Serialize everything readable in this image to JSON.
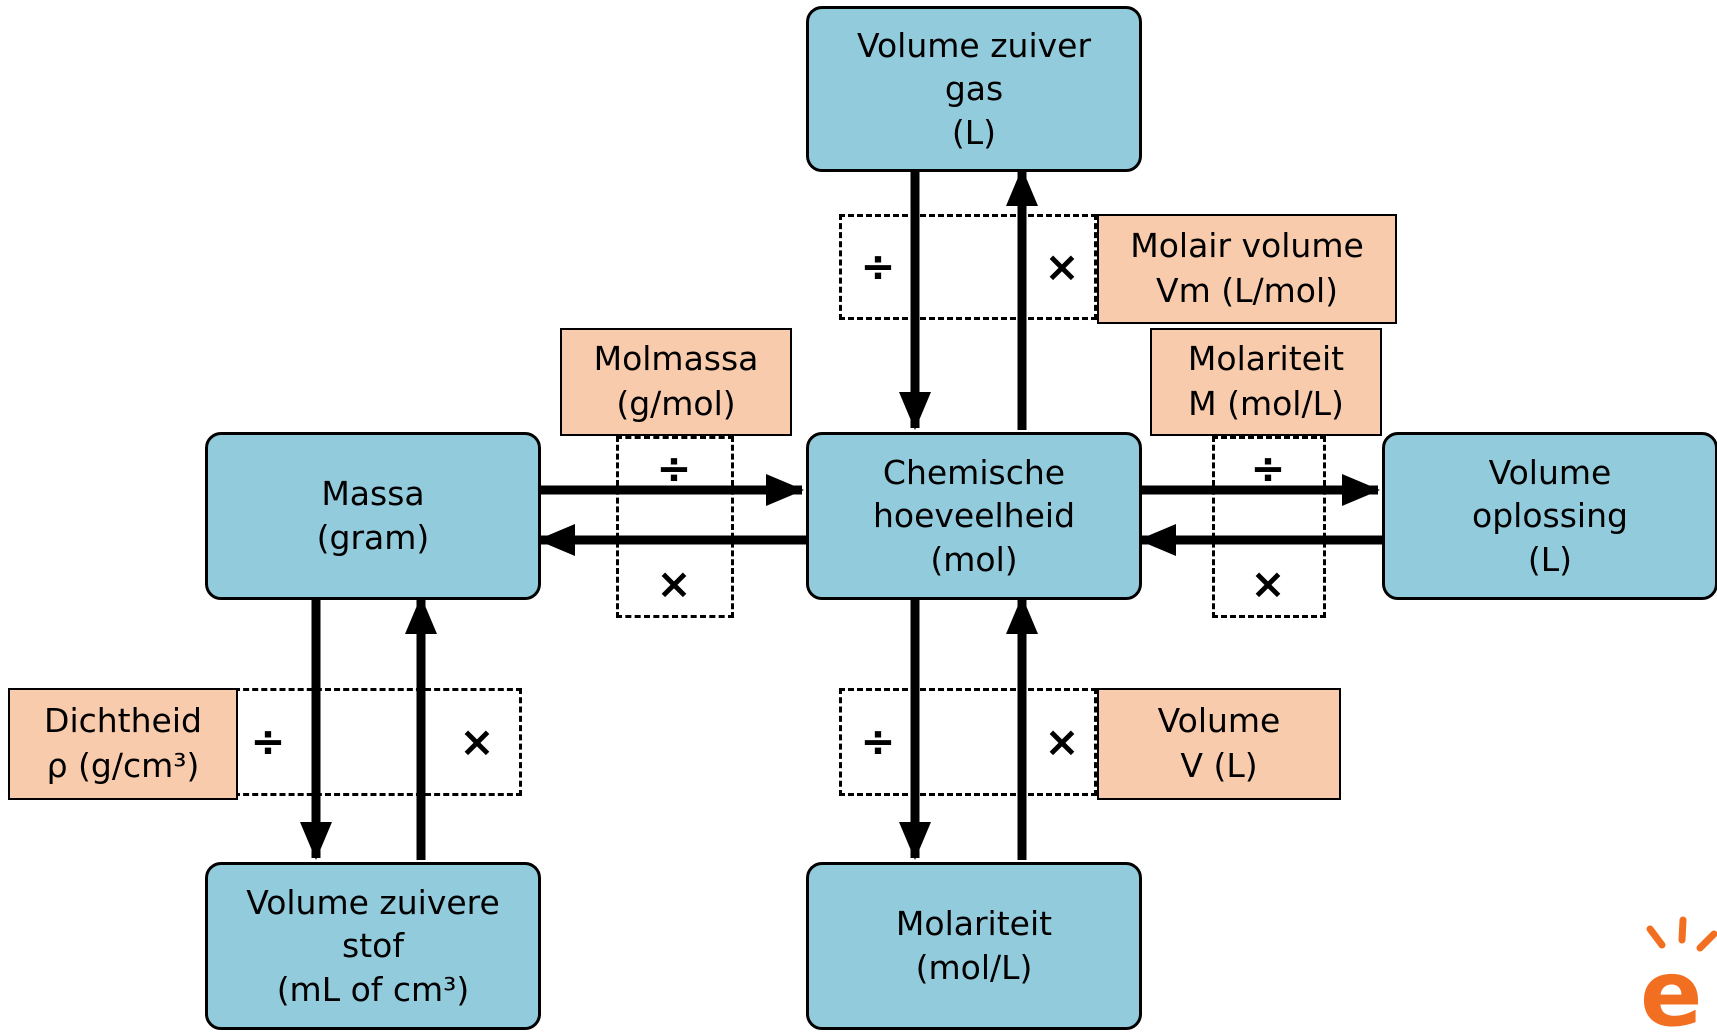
{
  "nodes": {
    "volume_zuiver_gas": "Volume zuiver\ngas\n(L)",
    "chemische_hoeveelheid": "Chemische\nhoeveelheid\n(mol)",
    "massa": "Massa\n(gram)",
    "volume_oplossing": "Volume\noplossing\n(L)",
    "molariteit": "Molariteit\n(mol/L)",
    "volume_zuivere_stof": "Volume zuivere\nstof\n(mL of cm³)"
  },
  "factors": {
    "molair_volume": "Molair volume\nVm (L/mol)",
    "molmassa": "Molmassa\n(g/mol)",
    "molariteit_m": "Molariteit\nM (mol/L)",
    "dichtheid": "Dichtheid\nρ (g/cm³)",
    "volume_v": "Volume\nV (L)"
  },
  "operators": {
    "divide": "÷",
    "multiply": "×"
  },
  "colors": {
    "node_fill": "#92cbdc",
    "factor_fill": "#f8cbad",
    "arrow": "#000000",
    "logo": "#f26f21"
  },
  "logo": {
    "letter": "e"
  }
}
